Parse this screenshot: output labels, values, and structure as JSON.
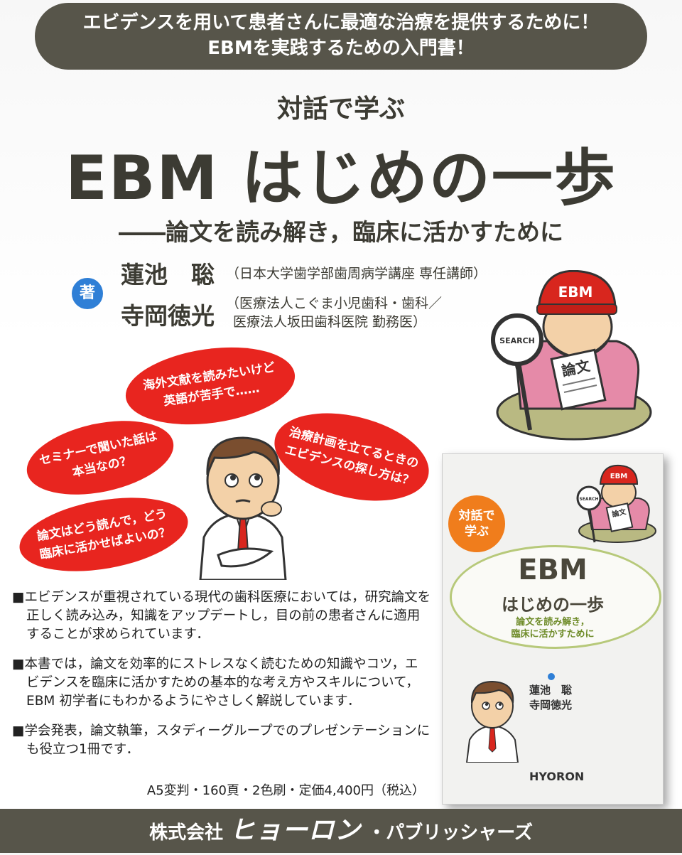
{
  "banner": {
    "line1": "エビデンスを用いて患者さんに最適な治療を提供するために！",
    "line2": "EBMを実践するための入門書！"
  },
  "title": {
    "kicker": "対話で学ぶ",
    "main": "EBM はじめの一歩",
    "subtitle": "――論文を読み解き，臨床に活かすために"
  },
  "authors": {
    "badge": "著",
    "list": [
      {
        "name": "蓮池　聡",
        "affiliation": "（日本大学歯学部歯周病学講座 専任講師）"
      },
      {
        "name": "寺岡徳光",
        "affiliation_line1": "（医療法人こぐま小児歯科・歯科／",
        "affiliation_line2": "医療法人坂田歯科医院 勤務医）"
      }
    ]
  },
  "mascot": {
    "hat": "EBM",
    "lens": "SEARCH",
    "paper": "論文"
  },
  "bubbles": [
    {
      "line1": "海外文献を読みたいけど",
      "line2": "英語が苦手で……"
    },
    {
      "line1": "セミナーで聞いた話は",
      "line2": "本当なの？"
    },
    {
      "line1": "治療計画を立てるときの",
      "line2": "エビデンスの探し方は？"
    },
    {
      "line1": "論文はどう読んで，どう",
      "line2": "臨床に活かせばよいの？"
    }
  ],
  "description": [
    "■エビデンスが重視されている現代の歯科医療においては，研究論文を正しく読み込み，知識をアップデートし，目の前の患者さんに適用することが求められています．",
    "■本書では，論文を効率的にストレスなく読むための知識やコツ，エビデンスを臨床に活かすための基本的な考え方やスキルについて，EBM 初学者にもわかるようにやさしく解説しています．",
    "■学会発表，論文執筆，スタディーグループでのプレゼンテーションにも役立つ1冊です．"
  ],
  "specs": "A5変判・160頁・2色刷・定価4,400円（税込）",
  "book": {
    "talk_line1": "対話で",
    "talk_line2": "学ぶ",
    "title1": "EBM",
    "title2": "はじめの一歩",
    "sub_line1": "論文を読み解き，",
    "sub_line2": "臨床に活かすために",
    "author1": "蓮池　聡",
    "author2": "寺岡徳光",
    "publisher": "HYORON",
    "hat": "EBM",
    "lens": "SEARCH",
    "paper": "論文"
  },
  "footer": {
    "prefix": "株式会社",
    "brand": "ヒョーロン",
    "suffix": "・パブリッシャーズ"
  },
  "colors": {
    "banner": "#57554a",
    "bubble": "#e8251f",
    "badge": "#2f7fd6",
    "book_accent": "#6f8c2a"
  }
}
